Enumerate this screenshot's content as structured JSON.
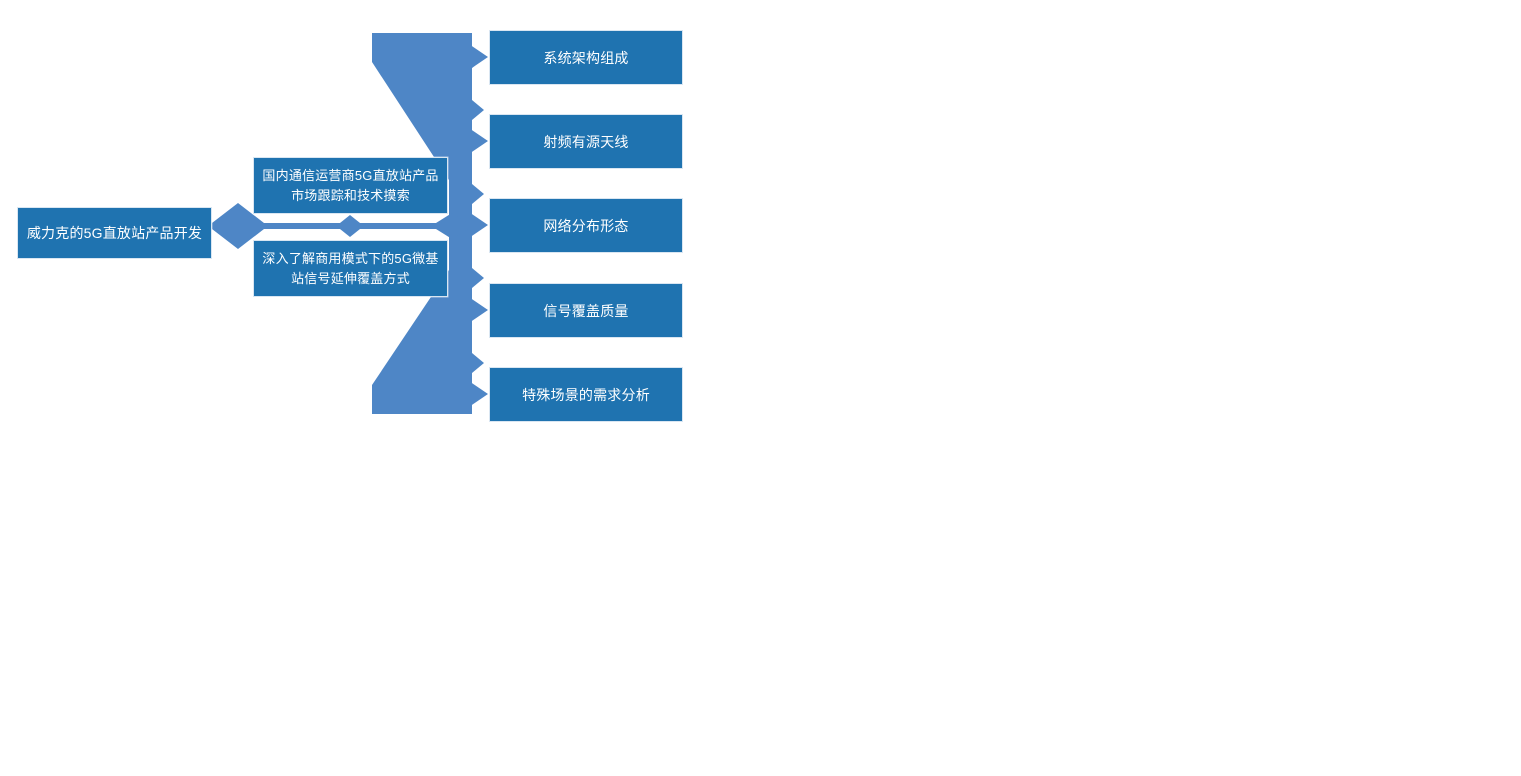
{
  "diagram": {
    "title": "威力克的5G直放站产品开发",
    "type": "funnel-chevron-flow",
    "colors": {
      "node_fill": "#1F73B0",
      "connector_fill": "#4E86C6",
      "node_text": "#FFFFFF",
      "node_border": "#D9E6F2",
      "background": "#FFFFFF"
    },
    "root": {
      "label": "威力克的5G直放站产品开发"
    },
    "middle_nodes": [
      {
        "label": "国内通信运营商5G直放站产品市场跟踪和技术摸索"
      },
      {
        "label": "深入了解商用模式下的5G微基站信号延伸覆盖方式"
      }
    ],
    "leaf_nodes": [
      {
        "label": "系统架构组成"
      },
      {
        "label": "射频有源天线"
      },
      {
        "label": "网络分布形态"
      },
      {
        "label": "信号覆盖质量"
      },
      {
        "label": "特殊场景的需求分析"
      }
    ],
    "connectors": {
      "root_bar": "diamond-bar-connector",
      "funnel": "funnel-shape",
      "chevrons": "chevron-arrow-column"
    }
  }
}
